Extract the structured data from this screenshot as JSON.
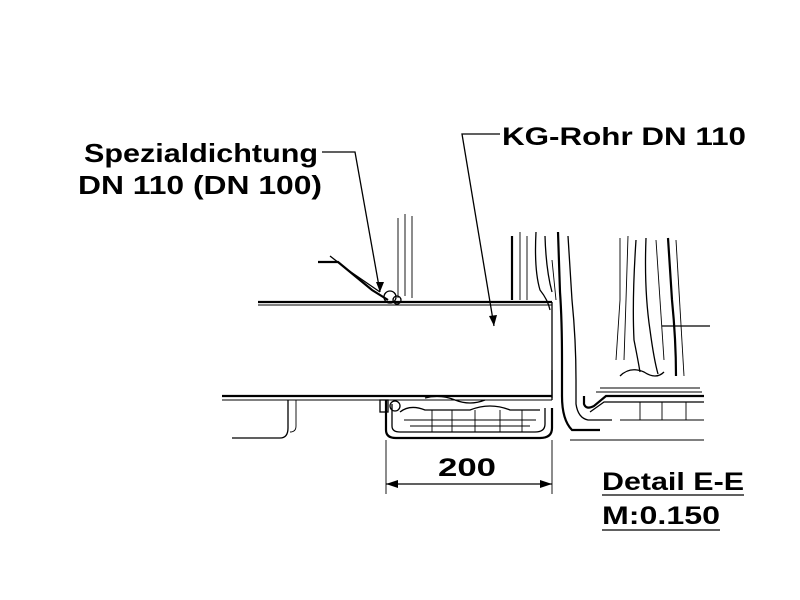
{
  "labels": {
    "seal_line1": "Spezialdichtung",
    "seal_line2": "DN 110 (DN 100)",
    "pipe": "KG-Rohr DN 110",
    "dimension": "200",
    "detail_title": "Detail E-E",
    "detail_scale": "M:0.150"
  },
  "colors": {
    "ink": "#000000",
    "paper": "#ffffff"
  }
}
